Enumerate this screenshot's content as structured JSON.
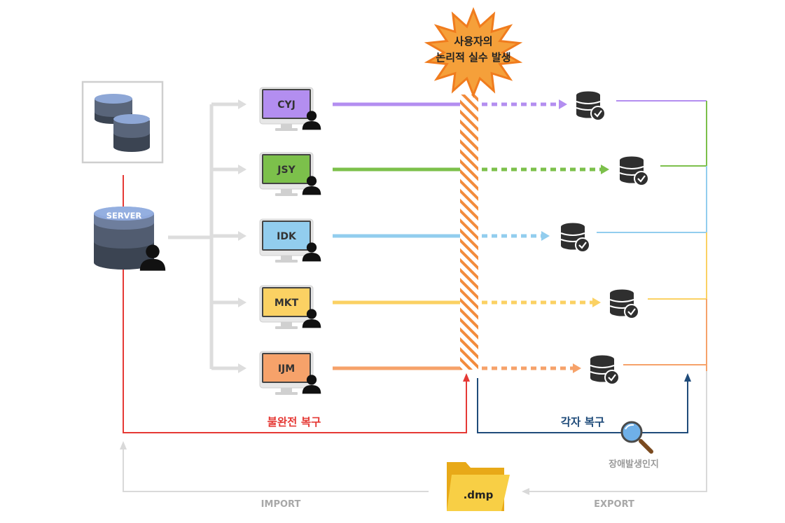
{
  "event_label": {
    "line1": "사용자의",
    "line2": "논리적 실수 발생"
  },
  "server": {
    "label": "SERVER"
  },
  "clients": [
    {
      "label": "CYJ",
      "color": "#b38ef0"
    },
    {
      "label": "JSY",
      "color": "#7cc04b"
    },
    {
      "label": "IDK",
      "color": "#92cdee"
    },
    {
      "label": "MKT",
      "color": "#fbd163"
    },
    {
      "label": "IJM",
      "color": "#f6a26a"
    }
  ],
  "recovery": {
    "incomplete_label": "불완전 복구",
    "incomplete_color": "#e53935",
    "individual_label": "각자 복구",
    "individual_color": "#1f4b7a",
    "detect_label": "장애발생인지"
  },
  "flow": {
    "import_label": "IMPORT",
    "export_label": "EXPORT",
    "dump_file_label": ".dmp"
  },
  "icons": {
    "source": "database-stack-icon",
    "server": "server-icon",
    "user": "user-icon",
    "monitor": "monitor-icon",
    "backup": "database-check-icon",
    "detect": "magnifier-icon",
    "dump": "folder-icon",
    "burst": "explosion-icon"
  }
}
